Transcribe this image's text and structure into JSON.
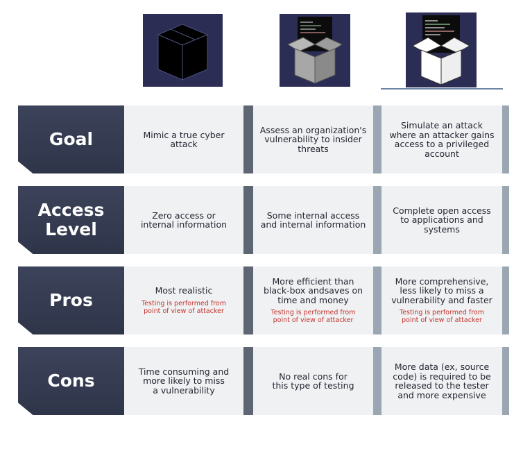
{
  "colors": {
    "header_dark": "#343a50",
    "cell_bg": "#f0f1f3",
    "divider_dark": "#5f6673",
    "divider_light": "#9aa7b3",
    "note_red": "#c2332c",
    "icon_bg": "#2b2d55"
  },
  "icons": [
    {
      "name": "black-box-icon"
    },
    {
      "name": "gray-box-icon"
    },
    {
      "name": "white-box-icon"
    }
  ],
  "rows": [
    {
      "label": "Goal",
      "cells": [
        {
          "text": "Mimic a true cyber\nattack",
          "note": ""
        },
        {
          "text": "Assess an organization's\nvulnerability to insider\nthreats",
          "note": ""
        },
        {
          "text": "Simulate an attack\nwhere an attacker gains\naccess to a privileged\naccount",
          "note": ""
        }
      ]
    },
    {
      "label": "Access\nLevel",
      "cells": [
        {
          "text": "Zero access or\ninternal information",
          "note": ""
        },
        {
          "text": "Some internal access\nand internal information",
          "note": ""
        },
        {
          "text": "Complete open access\nto applications and\nsystems",
          "note": ""
        }
      ]
    },
    {
      "label": "Pros",
      "cells": [
        {
          "text": "Most realistic",
          "note": "Testing is performed from\npoint of view of attacker"
        },
        {
          "text": "More efficient than\nblack-box andsaves on\ntime and money",
          "note": "Testing is performed from\npoint of view of attacker"
        },
        {
          "text": "More comprehensive,\nless likely to miss a\nvulnerability and faster",
          "note": "Testing is performed from\npoint of view of attacker"
        }
      ]
    },
    {
      "label": "Cons",
      "cells": [
        {
          "text": "Time consuming and\nmore likely to miss\na vulnerability",
          "note": ""
        },
        {
          "text": "No real cons for\nthis type of testing",
          "note": ""
        },
        {
          "text": "More data (ex, source\ncode)  is required to be\nreleased to the tester\nand more expensive",
          "note": ""
        }
      ]
    }
  ]
}
